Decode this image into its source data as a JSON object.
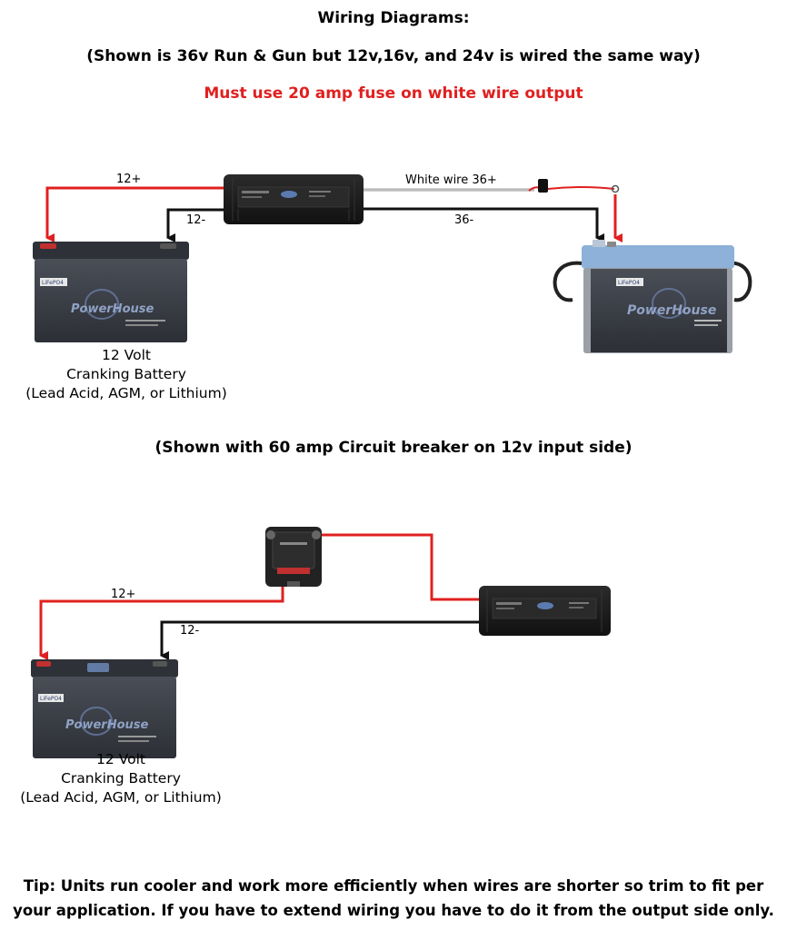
{
  "header": {
    "title": "Wiring Diagrams:",
    "subtitle": "(Shown is 36v Run & Gun but 12v,16v, and 24v is wired the same way)",
    "warning": "Must use 20 amp fuse on white wire output",
    "warning_color": "#e02020"
  },
  "diagram1": {
    "wire_pos_label": "12+",
    "wire_neg_label": "12-",
    "white_wire_label": "White wire 36+",
    "out_neg_label": "36-",
    "battery_left": {
      "type_label": "LiFePO4",
      "brand": "PowerHouse",
      "caption": [
        "12 Volt",
        "Cranking Battery",
        "(Lead Acid, AGM, or Lithium)"
      ]
    },
    "battery_right": {
      "type_label": "LiFePO4",
      "brand": "PowerHouse"
    }
  },
  "subtitle2": "(Shown with 60 amp Circuit breaker on 12v input side)",
  "diagram2": {
    "wire_pos_label": "12+",
    "wire_neg_label": "12-",
    "battery_left": {
      "type_label": "LiFePO4",
      "brand": "PowerHouse",
      "caption": [
        "12 Volt",
        "Cranking Battery",
        "(Lead Acid, AGM, or Lithium)"
      ]
    }
  },
  "tip": [
    "Tip: Units run cooler and work more efficiently when wires are shorter so trim to fit per",
    "your application. If you have to extend wiring you have to do it from the output side only."
  ],
  "colors": {
    "positive_wire": "#e02020",
    "negative_wire": "#111111",
    "white_wire": "#d8d8d8",
    "battery_body": "#3a3d44",
    "battery_right_lid": "#7fa6cf"
  }
}
